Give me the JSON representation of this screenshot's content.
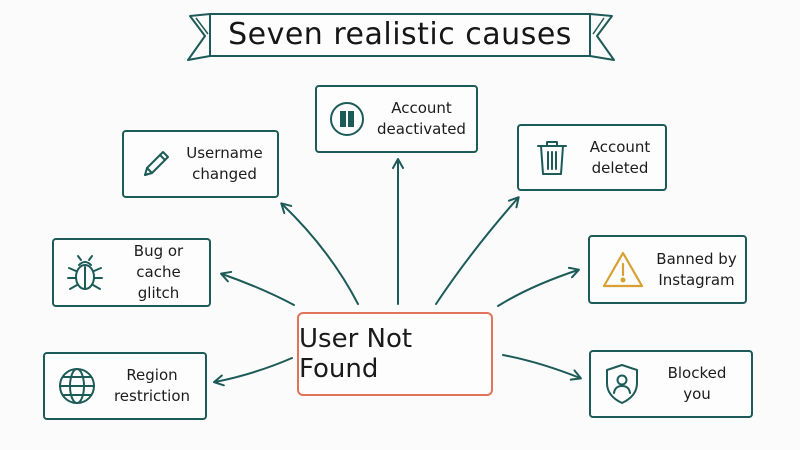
{
  "title": "Seven realistic causes",
  "center": {
    "label": "User Not Found"
  },
  "causes": {
    "username_changed": {
      "label": "Username\nchanged",
      "icon": "pencil-icon"
    },
    "account_deactivated": {
      "label": "Account\ndeactivated",
      "icon": "pause-icon"
    },
    "account_deleted": {
      "label": "Account\ndeleted",
      "icon": "trash-icon"
    },
    "bug_or_cache_glitch": {
      "label": "Bug or\ncache glitch",
      "icon": "bug-icon"
    },
    "banned_by_instagram": {
      "label": "Banned by\nInstagram",
      "icon": "warning-icon"
    },
    "region_restriction": {
      "label": "Region\nrestriction",
      "icon": "globe-icon"
    },
    "blocked_you": {
      "label": "Blocked you",
      "icon": "shield-user-icon"
    }
  },
  "colors": {
    "teal": "#1d5b58",
    "center_border": "#e0745a",
    "warning": "#d8a032",
    "background": "#fcfbfb"
  }
}
